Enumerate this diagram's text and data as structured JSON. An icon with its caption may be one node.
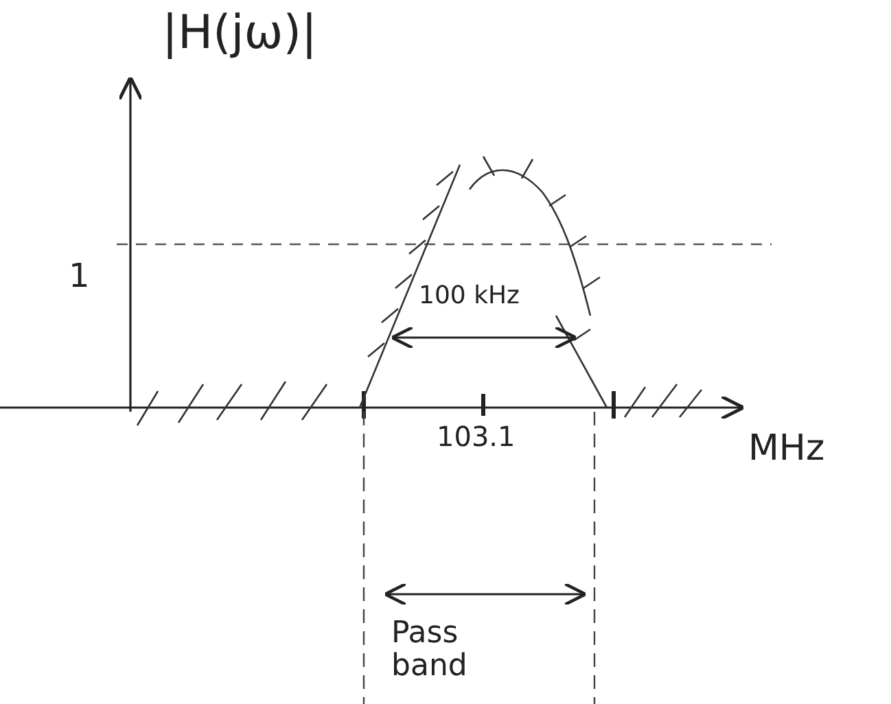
{
  "diagram": {
    "labels": [
      "|H(jω)|",
      "1",
      "100 kHz",
      "103.1",
      "MHz",
      "Pass band"
    ]
  }
}
